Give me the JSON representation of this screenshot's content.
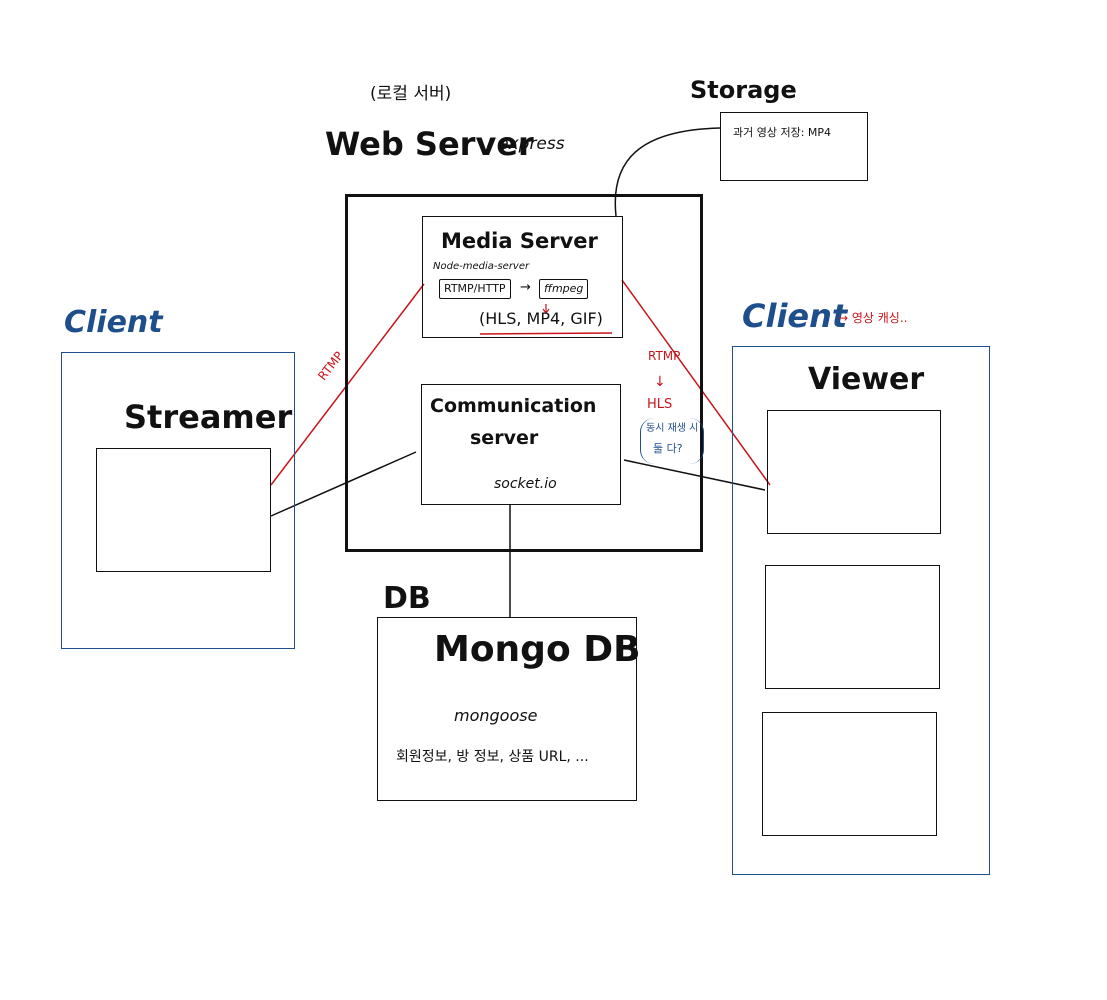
{
  "labels": {
    "local_server": "(로컬 서버)",
    "web_server": "Web Server",
    "web_server_sub": ": express",
    "storage": "Storage",
    "storage_note": "과거 영상 저장: MP4",
    "media_server": "Media Server",
    "node_media_server": "Node-media-server",
    "rtmp_http": "RTMP/HTTP",
    "arrow": "→",
    "ffmpeg": "ffmpeg",
    "formats": "(HLS, MP4, GIF)",
    "comm_server_line1": "Communication",
    "comm_server_line2": "server",
    "socketio": "socket.io",
    "client_left": "Client",
    "streamer": "Streamer",
    "rtmp_left": "RTMP",
    "client_right": "Client",
    "caching_note": "→ 영상 캐싱..",
    "viewer": "Viewer",
    "rtmp_right": "RTMP",
    "down_arrow": "↓",
    "hls": "HLS",
    "hls_q_line1": "동시 재생 시",
    "hls_q_line2": "둘 다?",
    "db": "DB",
    "mongodb": "Mongo DB",
    "mongoose": "mongoose",
    "db_contents": "회원정보, 방 정보, 상품 URL, ..."
  },
  "colors": {
    "ink": "#111111",
    "client_blue": "#1f4e8c",
    "annotation_red": "#c8151b"
  }
}
